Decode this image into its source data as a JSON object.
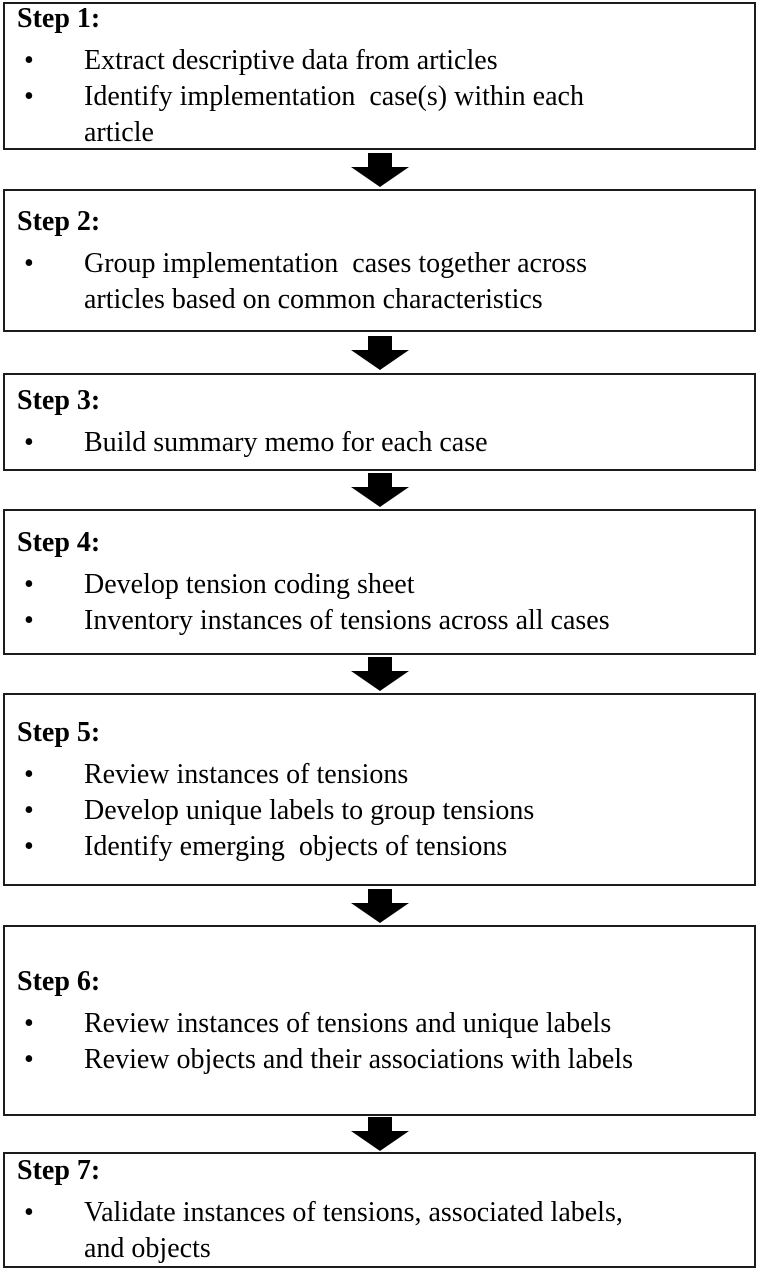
{
  "colors": {
    "background": "#ffffff",
    "box_background": "#ffffff",
    "border": "#1c1c1c",
    "text": "#000000",
    "arrow": "#000000"
  },
  "bullet_glyph": "•",
  "arrow_icon": "down-block-arrow",
  "steps": [
    {
      "title": "Step 1:",
      "bullets": [
        "Extract descriptive data from articles",
        "Identify implementation  case(s) within each\narticle"
      ]
    },
    {
      "title": "Step 2:",
      "bullets": [
        "Group implementation  cases together across\narticles based on common characteristics"
      ]
    },
    {
      "title": "Step 3:",
      "bullets": [
        "Build summary memo for each case"
      ]
    },
    {
      "title": "Step 4:",
      "bullets": [
        "Develop tension coding sheet",
        "Inventory instances of tensions across all cases"
      ]
    },
    {
      "title": "Step 5:",
      "bullets": [
        "Review instances of tensions",
        "Develop unique labels to group tensions",
        "Identify emerging  objects of tensions"
      ]
    },
    {
      "title": "Step 6:",
      "bullets": [
        "Review instances of tensions and unique labels",
        "Review objects and their associations with labels"
      ]
    },
    {
      "title": "Step 7:",
      "bullets": [
        "Validate instances of tensions, associated labels,\nand objects"
      ]
    }
  ]
}
